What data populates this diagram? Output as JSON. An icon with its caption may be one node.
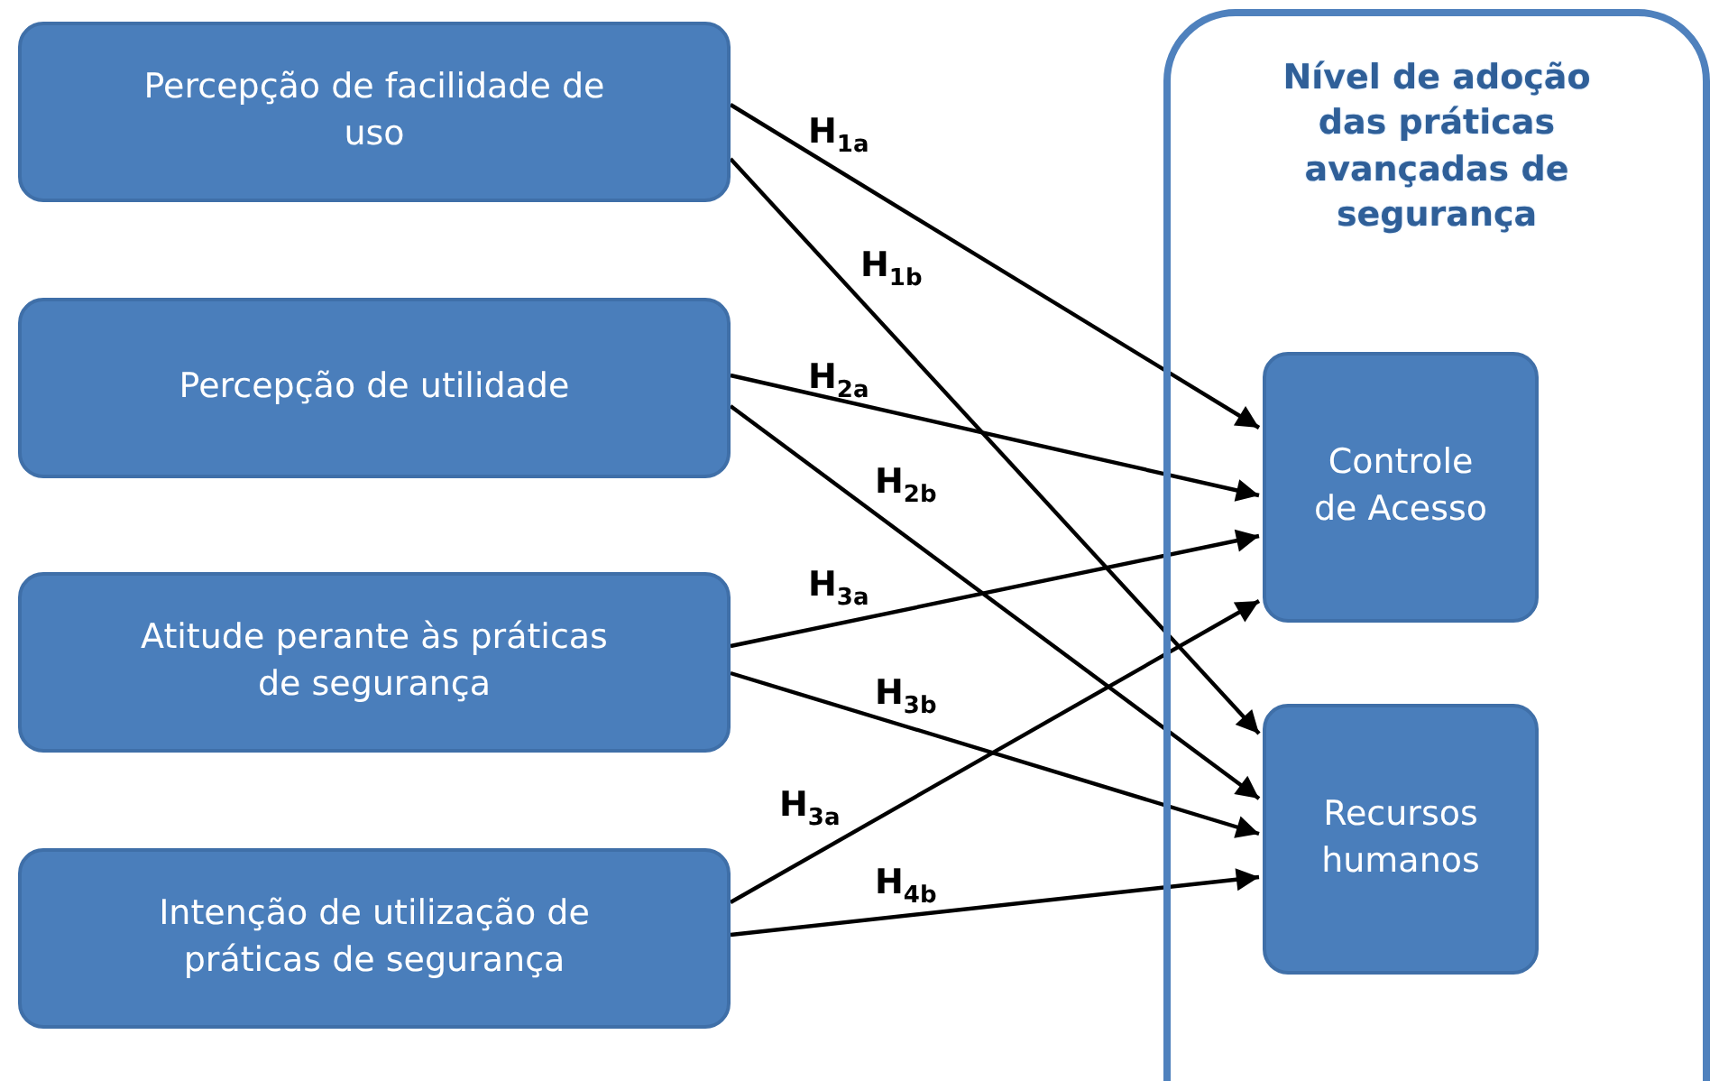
{
  "diagram": {
    "nodes": [
      {
        "text": [
          "Percepção de facilidade de uso"
        ]
      },
      {
        "text": [
          "Percepção de utilidade"
        ]
      },
      {
        "text": [
          "Atitude perante às práticas de segurança"
        ]
      },
      {
        "text": [
          "Intenção de utilização de práticas de segurança"
        ]
      },
      {
        "text": [
          "Nível de adoção das práticas avançadas de segurança"
        ]
      },
      {
        "text": [
          "Controle de Acesso"
        ],
        "in": 4
      },
      {
        "text": [
          "Recursos humanos"
        ],
        "in": 4
      }
    ],
    "edges": [
      {
        "from": 0,
        "to": 5,
        "arrow": "to",
        "label": "H$_{1a}$"
      },
      {
        "from": 0,
        "to": 6,
        "arrow": "to",
        "label": "H$_{1b}$"
      },
      {
        "from": 1,
        "to": 5,
        "arrow": "to",
        "label": "H$_{2a}$"
      },
      {
        "from": 1,
        "to": 6,
        "arrow": "to",
        "label": "H$_{2b}$"
      },
      {
        "from": 2,
        "to": 5,
        "arrow": "to",
        "label": "H$_{3a}$"
      },
      {
        "from": 2,
        "to": 6,
        "arrow": "to",
        "label": "H$_{3b}$"
      },
      {
        "from": 3,
        "to": 5,
        "arrow": "to",
        "label": "H$_{3a}$"
      },
      {
        "from": 3,
        "to": 6,
        "arrow": "to",
        "label": "H$_{4b}$"
      }
    ]
  }
}
